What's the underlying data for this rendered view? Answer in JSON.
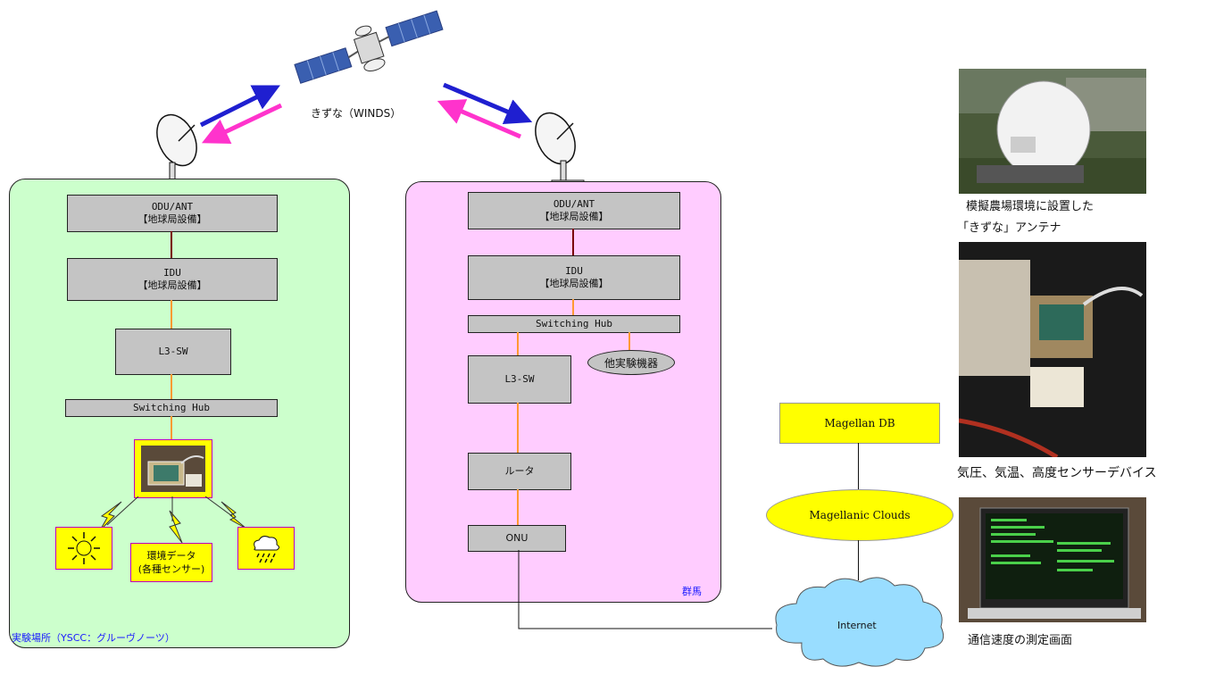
{
  "satellite_label": "きずな（WINDS）",
  "left_site": {
    "location_label": "実験場所（YSCC：グルーヴノーツ）",
    "odu_line1": "ODU/ANT",
    "odu_line2": "【地球局設備】",
    "idu_line1": "IDU",
    "idu_line2": "【地球局設備】",
    "l3sw": "L3-SW",
    "switching_hub": "Switching Hub",
    "env_data_line1": "環境データ",
    "env_data_line2": "(各種センサー)"
  },
  "right_site": {
    "location_label": "群馬",
    "odu_line1": "ODU/ANT",
    "odu_line2": "【地球局設備】",
    "idu_line1": "IDU",
    "idu_line2": "【地球局設備】",
    "switching_hub": "Switching Hub",
    "other_equipment": "他実験機器",
    "l3sw": "L3-SW",
    "router": "ルータ",
    "onu": "ONU"
  },
  "cloud_side": {
    "db_label": "Magellan DB",
    "clouds_label": "Magellanic Clouds",
    "internet_label": "Internet"
  },
  "photos": {
    "antenna_caption_line1": "模擬農場環境に設置した",
    "antenna_caption_line2": "「きずな」アンテナ",
    "sensor_caption": "気圧、気温、高度センサーデバイス",
    "screen_caption": "通信速度の測定画面"
  },
  "colors": {
    "left_panel": "#ccffcc",
    "right_panel": "#ffccff",
    "uplink_arrow": "#1f1fd0",
    "downlink_arrow": "#ff33cc",
    "odu_idu_link": "#7a0000",
    "lan_link": "#ff9933",
    "cloud_fill": "#99ddff"
  }
}
